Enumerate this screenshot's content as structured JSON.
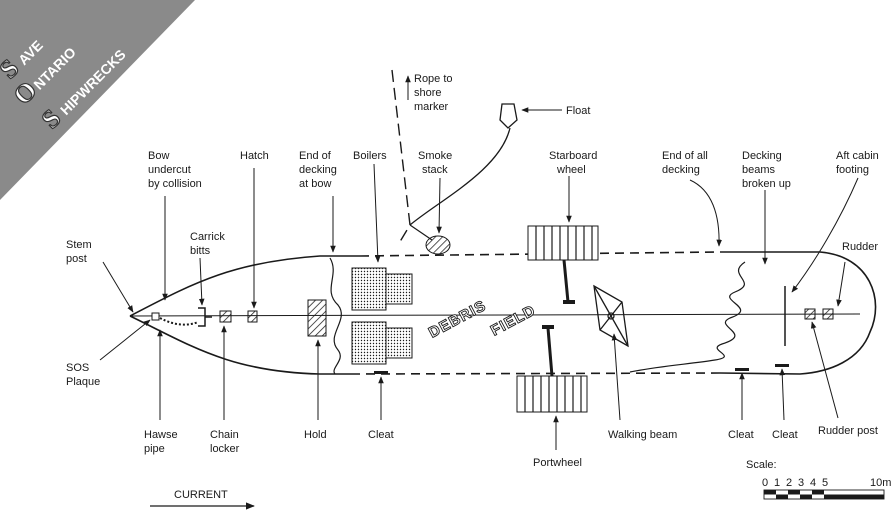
{
  "logo": {
    "line1_initial": "S",
    "line1_rest": "AVE",
    "line2_initial": "O",
    "line2_rest": "NTARIO",
    "line3_initial": "S",
    "line3_rest": "HIPWRECKS"
  },
  "labels": {
    "rope": [
      "Rope to",
      "shore",
      "marker"
    ],
    "float": "Float",
    "bow_undercut": [
      "Bow",
      "undercut",
      "by collision"
    ],
    "hatch": "Hatch",
    "end_decking_bow": [
      "End of",
      "decking",
      "at bow"
    ],
    "boilers": "Boilers",
    "smoke_stack": [
      "Smoke",
      "stack"
    ],
    "starboard_wheel": [
      "Starboard",
      "wheel"
    ],
    "end_all_decking": [
      "End of all",
      "decking"
    ],
    "decking_beams": [
      "Decking",
      "beams",
      "broken up"
    ],
    "aft_cabin": [
      "Aft cabin",
      "footing"
    ],
    "stem_post": [
      "Stem",
      "post"
    ],
    "carrick_bitts": [
      "Carrick",
      "bitts"
    ],
    "rudder": "Rudder",
    "sos_plaque": [
      "SOS",
      "Plaque"
    ],
    "hawse_pipe": [
      "Hawse",
      "pipe"
    ],
    "chain_locker": [
      "Chain",
      "locker"
    ],
    "hold": "Hold",
    "cleat_mid": "Cleat",
    "walking_beam": "Walking beam",
    "cleat_aft1": "Cleat",
    "cleat_aft2": "Cleat",
    "rudder_post": "Rudder post",
    "portwheel": "Portwheel",
    "debris": "DEBRIS",
    "field": "FIELD",
    "current": "CURRENT",
    "scale_title": "Scale:",
    "scale_ticks": [
      "0",
      "1",
      "2",
      "3",
      "4",
      "5",
      "10m"
    ]
  },
  "colors": {
    "ink": "#1a1a1a",
    "logo_bg": "#8a8a8a"
  }
}
